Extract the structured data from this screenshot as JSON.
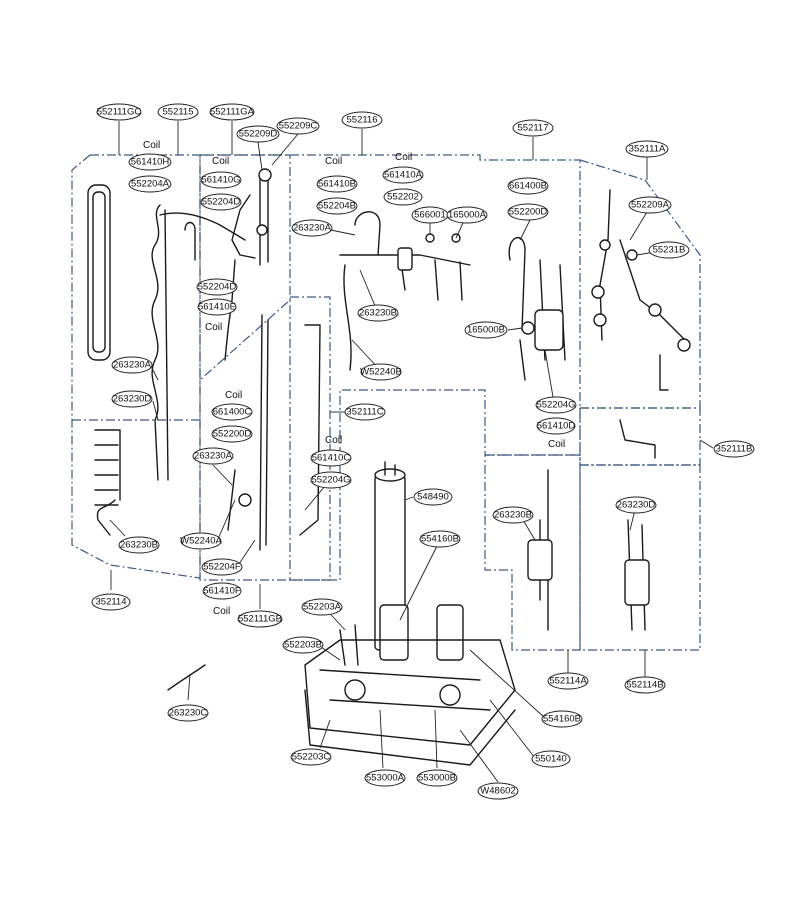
{
  "diagram": {
    "coil_label": "Coil",
    "parts": {
      "p552116": "552116",
      "p552115": "552115",
      "p552117": "552117",
      "p552111GC": "552111GC",
      "p552111GA": "552111GA",
      "p552209D": "552209D",
      "p552209C": "552209C",
      "p561410H": "561410H",
      "p552204A": "552204A",
      "p561410G": "561410G",
      "p552204D_top": "552204D",
      "p561410B": "561410B",
      "p561410A": "561410A",
      "p552204B": "552204B",
      "p552202": "552202",
      "p566001": "566001",
      "p165000A": "165000A",
      "p263230A_top": "263230A",
      "p661400B": "661400B",
      "p552200D_right": "552200D",
      "p352111A": "352111A",
      "p552209A": "552209A",
      "p55231B": "55231B",
      "p552204D_mid": "552204D",
      "p561410E": "561410E",
      "p263230B_mid": "263230B",
      "p165000B": "165000B",
      "pW52240B": "W52240B",
      "p263230A_left": "263230A",
      "p263230D_left": "263230D",
      "p661400C": "661400C",
      "p552200D_left": "552200D",
      "p263230A_low": "263230A",
      "pW52240A": "W52240A",
      "p552204F": "552204F",
      "p561410F": "561410F",
      "p552111GB": "552111GB",
      "p263230B_left": "263230B",
      "p352114": "352114",
      "p352111C": "352111C",
      "p561410C": "561410C",
      "p552204G_mid": "552204G",
      "p552204G_right": "552204G",
      "p561410D": "561410D",
      "p352111B": "352111B",
      "p548490": "548490",
      "p554160B_top": "554160B",
      "p263230B_right": "263230B",
      "p263230D_right": "263230D",
      "p552203A": "552203A",
      "p552203B": "552203B",
      "p263230C": "263230C",
      "p552114A": "552114A",
      "p552114B": "552114B",
      "p554160B_bot": "554160B",
      "p552203C": "552203C",
      "p553000A": "553000A",
      "p553000B": "553000B",
      "p550140": "550140",
      "pW48602": "W48602"
    }
  }
}
